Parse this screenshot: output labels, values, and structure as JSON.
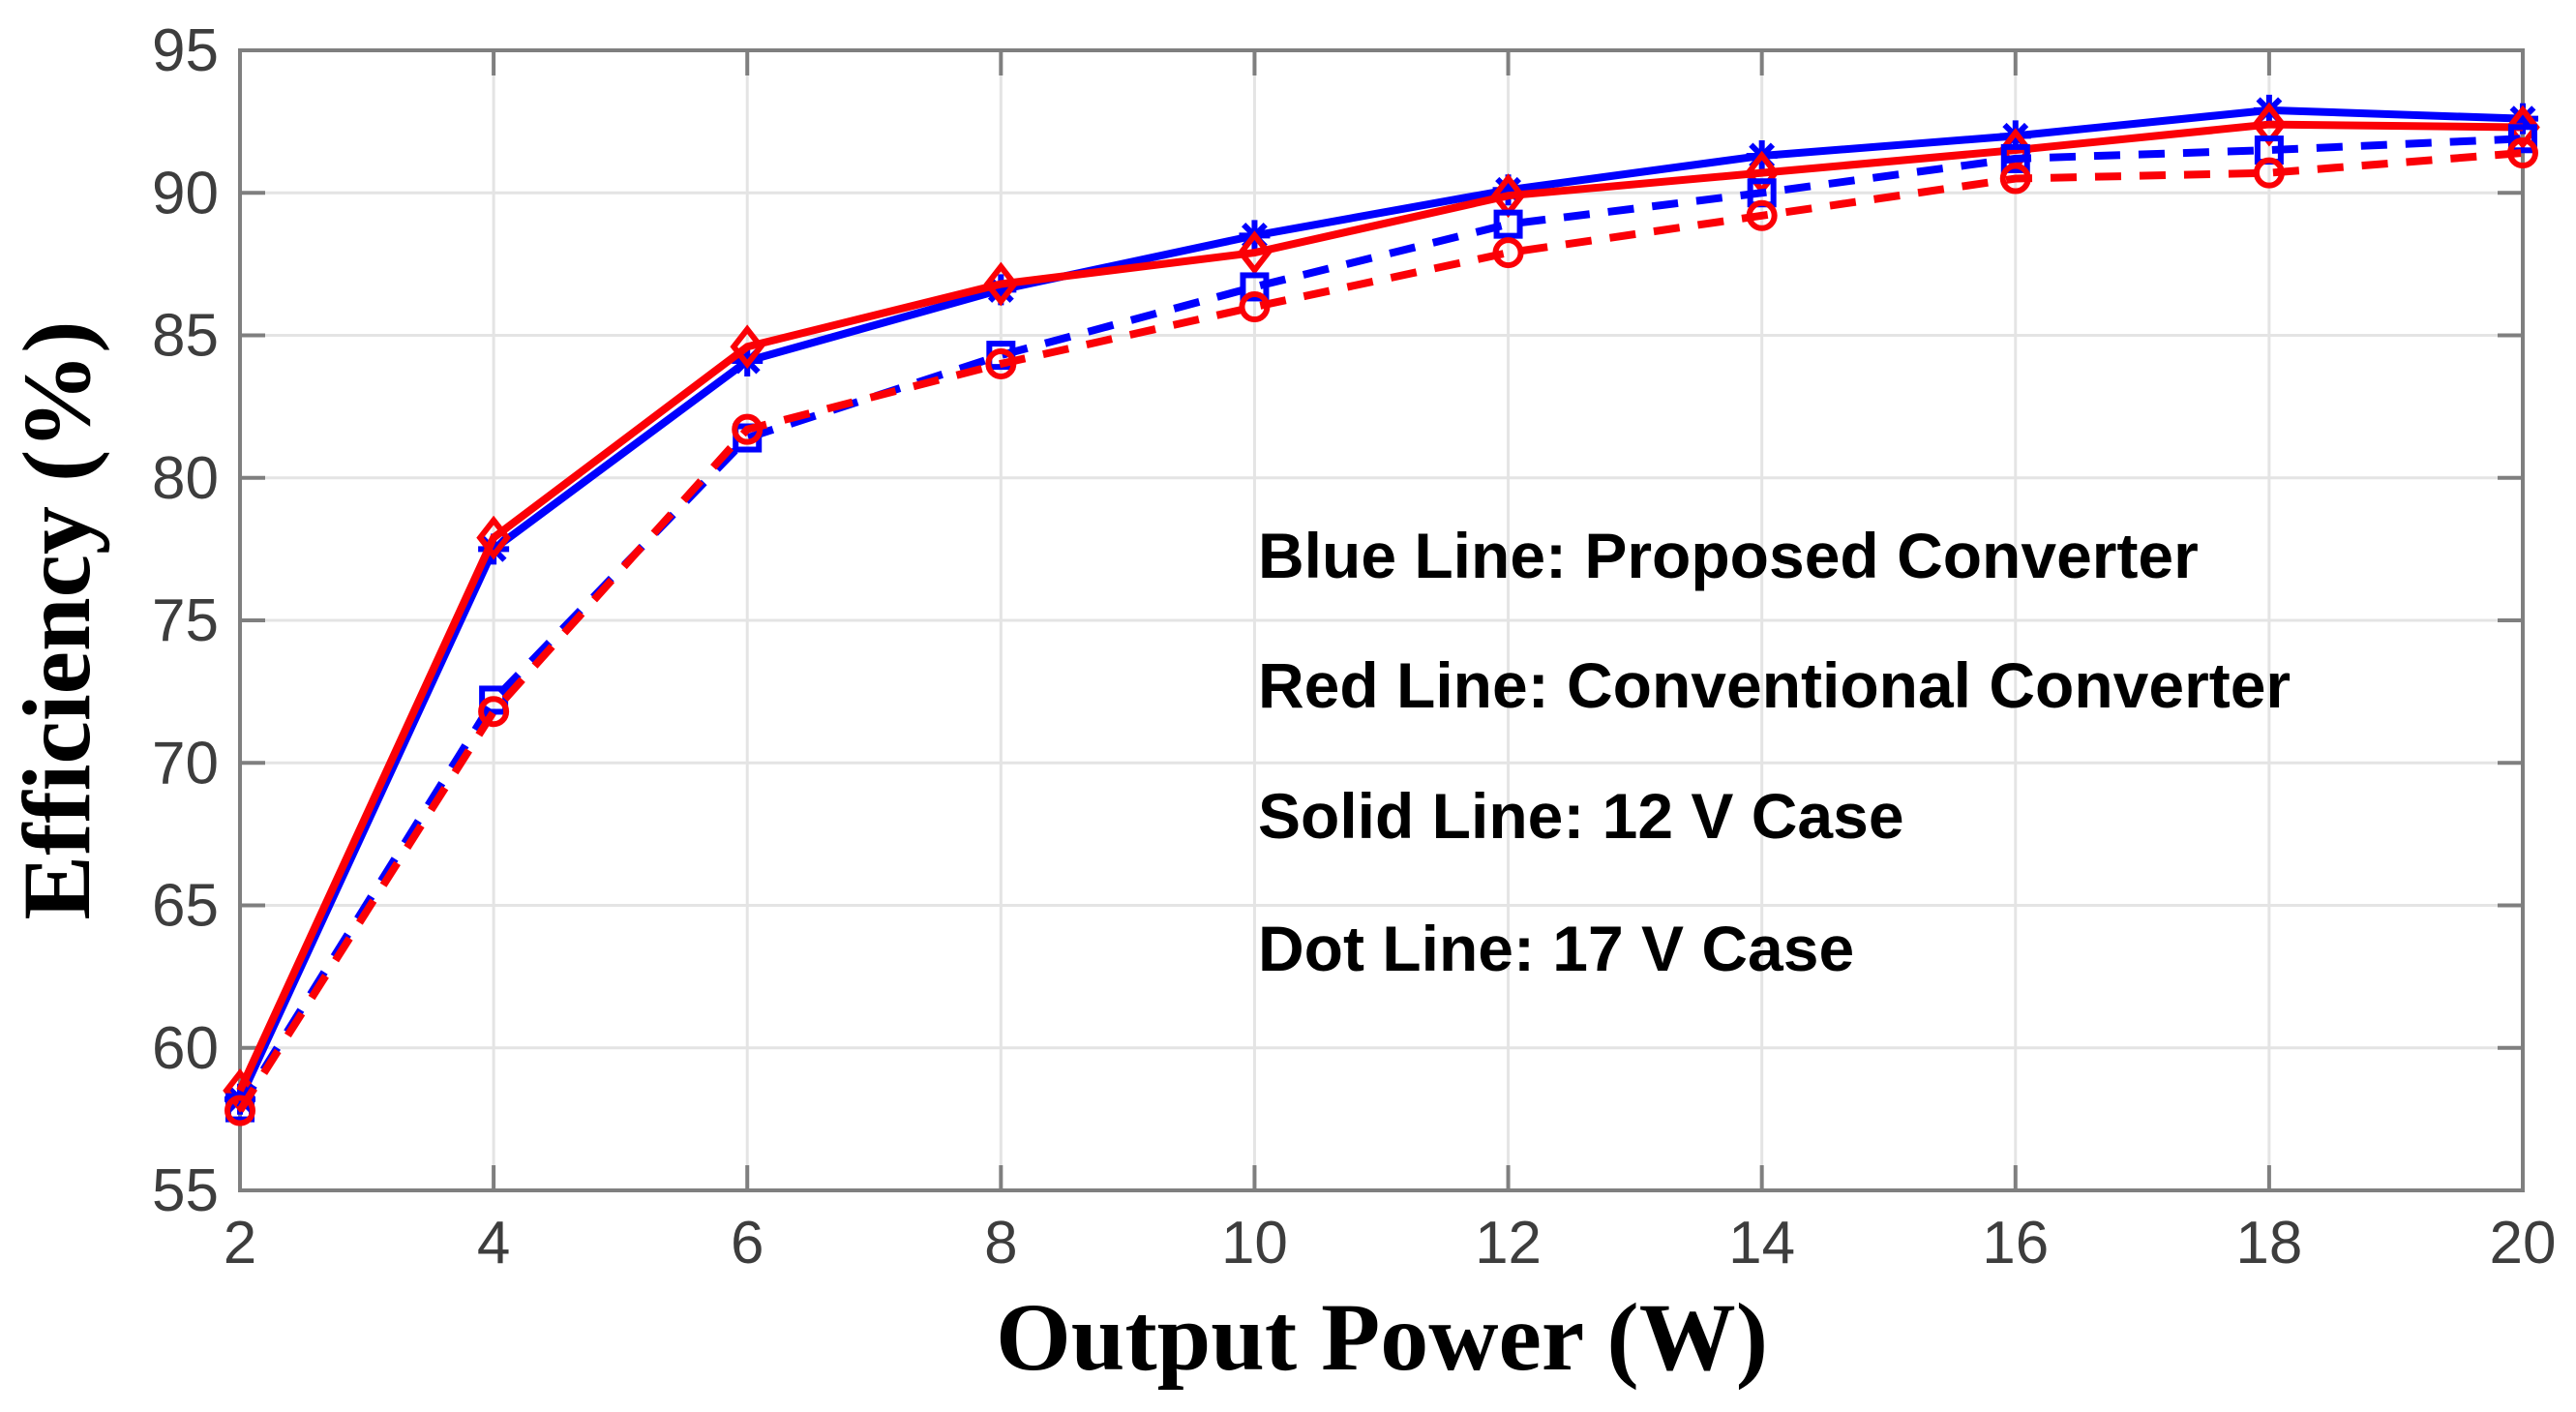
{
  "chart_data": {
    "type": "line",
    "title": "",
    "xlabel": "Output Power (W)",
    "ylabel": "Efficiency (%)",
    "xlim": [
      2,
      20
    ],
    "ylim": [
      55,
      95
    ],
    "x_ticks": [
      2,
      4,
      6,
      8,
      10,
      12,
      14,
      16,
      18,
      20
    ],
    "y_ticks": [
      55,
      60,
      65,
      70,
      75,
      80,
      85,
      90,
      95
    ],
    "grid": true,
    "legend_position": "none (text annotations inside plot)",
    "x": [
      2,
      4,
      6,
      8,
      10,
      12,
      14,
      16,
      18,
      20
    ],
    "series": [
      {
        "name": "Proposed Converter, 12 V Case",
        "color": "#0000fe",
        "line_style": "solid",
        "marker": "asterisk",
        "values": [
          58.2,
          77.5,
          84.1,
          86.6,
          88.5,
          90.1,
          91.3,
          92.0,
          92.9,
          92.6
        ]
      },
      {
        "name": "Conventional Converter, 12 V Case",
        "color": "#fb0006",
        "line_style": "solid",
        "marker": "diamond",
        "values": [
          58.5,
          77.9,
          84.6,
          86.8,
          87.9,
          89.9,
          90.7,
          91.5,
          92.4,
          92.3
        ]
      },
      {
        "name": "Proposed Converter, 17 V Case",
        "color": "#0000fe",
        "line_style": "dashed",
        "marker": "square",
        "values": [
          57.9,
          72.2,
          81.4,
          84.3,
          86.7,
          88.9,
          90.0,
          91.2,
          91.5,
          91.9
        ]
      },
      {
        "name": "Conventional Converter, 17 V Case",
        "color": "#fb0006",
        "line_style": "dashed",
        "marker": "circle",
        "values": [
          57.8,
          71.8,
          81.7,
          84.0,
          86.0,
          87.9,
          89.2,
          90.5,
          90.7,
          91.4
        ]
      }
    ],
    "annotations": {
      "line1": "Blue Line: Proposed Converter",
      "line2": "Red Line: Conventional Converter",
      "line3": "Solid Line: 12 V Case",
      "line4": "Dot Line: 17 V Case"
    },
    "colors": {
      "blue": "#0000fe",
      "red": "#fb0006",
      "grid_line": "#e4e4e4",
      "axis_box": "#7f7f7f",
      "tick_label": "#3d3d3d",
      "label_text": "#000000"
    }
  }
}
